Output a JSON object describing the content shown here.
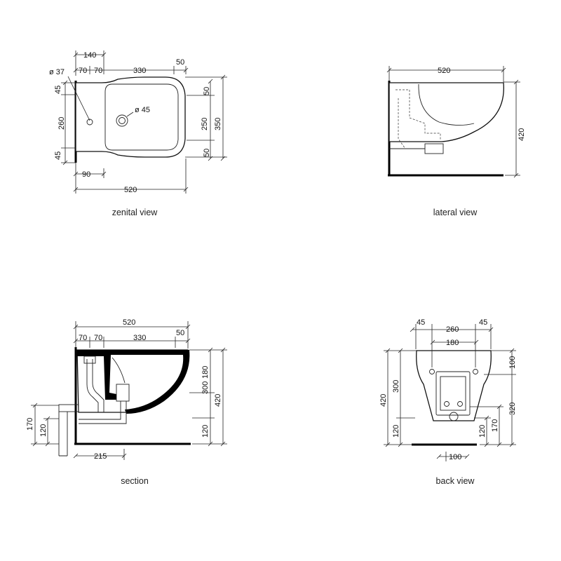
{
  "captions": {
    "zenital": "zenital view",
    "lateral": "lateral view",
    "section": "section",
    "back": "back view"
  },
  "zenital": {
    "d140": "140",
    "d37": "ø 37",
    "d70a": "70",
    "d70b": "70",
    "d330": "330",
    "d50top": "50",
    "d45top": "45",
    "d260": "260",
    "d45bot": "45",
    "d45hole": "ø 45",
    "d50r1": "50",
    "d250": "250",
    "d50r2": "50",
    "d350": "350",
    "d90": "90",
    "d520": "520"
  },
  "lateral": {
    "d520": "520",
    "d420": "420"
  },
  "section": {
    "d520": "520",
    "d70a": "70",
    "d70b": "70",
    "d330": "330",
    "d50": "50",
    "d170": "170",
    "d120l": "120",
    "d180": "180",
    "d300": "300",
    "d120r": "120",
    "d420": "420",
    "d215": "215"
  },
  "back": {
    "d45a": "45",
    "d260": "260",
    "d45b": "45",
    "d180": "180",
    "d420": "420",
    "d300": "300",
    "d120": "120",
    "d100top": "100",
    "d320": "320",
    "d120r": "120",
    "d170": "170",
    "d100bot": "100"
  }
}
